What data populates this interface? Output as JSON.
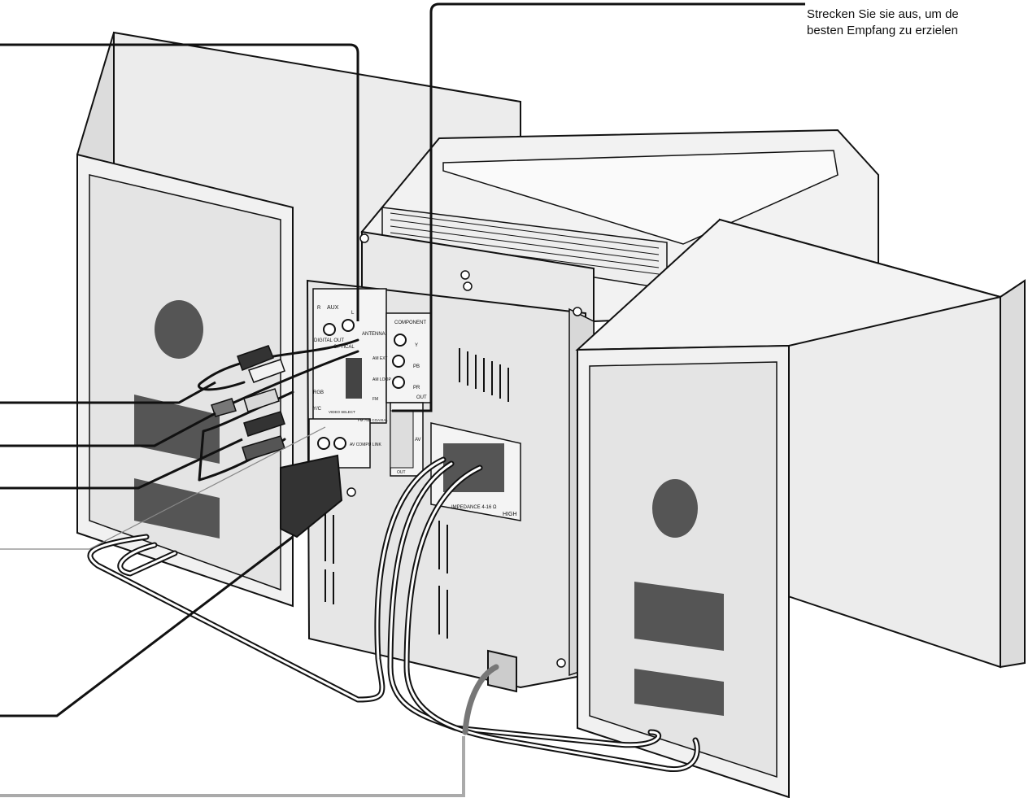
{
  "caption": {
    "line1": "Strecken Sie sie aus, um de",
    "line2": "besten Empfang zu erzielen"
  },
  "panel_labels": {
    "aux": "AUX",
    "aux_r": "R",
    "aux_l": "L",
    "antenna": "ANTENNA",
    "component": "COMPONENT",
    "comp_y": "Y",
    "comp_pb": "PB",
    "comp_pr": "PR",
    "comp_out": "OUT",
    "digital_out": "DIGITAL OUT",
    "optical": "OPTICAL",
    "am_ext": "AM EXT",
    "am_loop": "AM LOOP",
    "fm": "FM",
    "rgb": "RGB",
    "yc": "Y/C",
    "video_select": "VIDEO SELECT",
    "av_compu_link": "AV COMPU LINK",
    "av": "AV",
    "av_out": "OUT",
    "impedance": "IMPEDANCE 4-16 Ω",
    "high": "HIGH",
    "coaxial": "FM 75Ω COAXIAL"
  },
  "colors": {
    "line": "#111111",
    "box_fill": "#eeeeee",
    "speaker_fill": "#f1f1f1",
    "panel_fill": "#e6e6e6",
    "dark_fill": "#555555",
    "grey_lead": "#aaaaaa"
  }
}
